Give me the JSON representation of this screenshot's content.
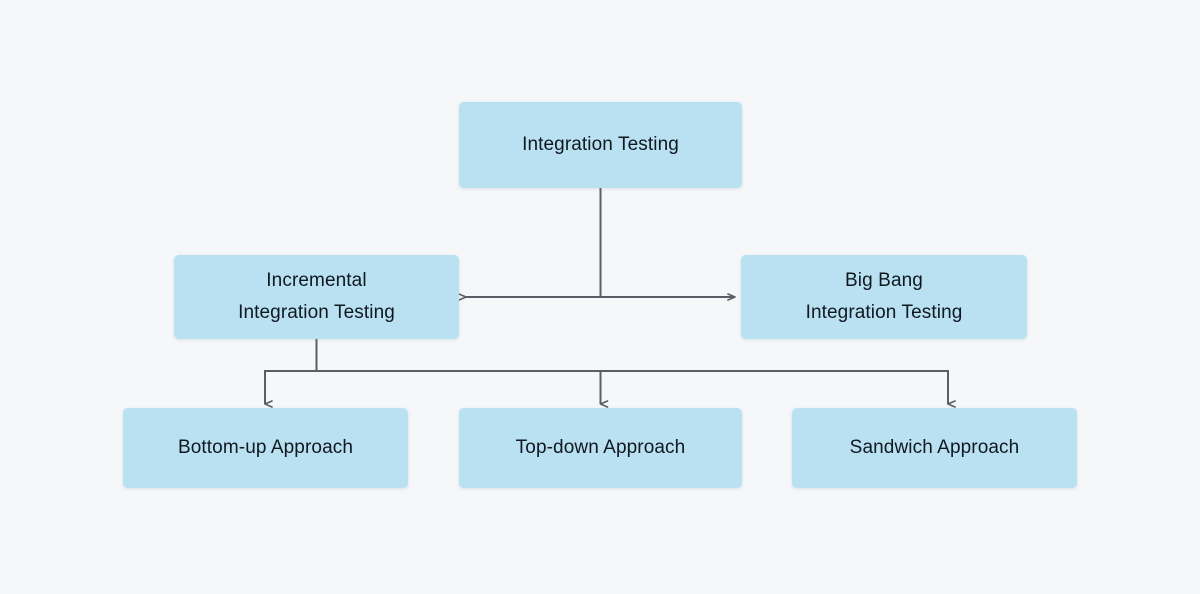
{
  "diagram": {
    "title": "Integration Testing approaches hierarchy",
    "background_color": "#f5f7f9",
    "node_fill_color": "#b9e1f2",
    "node_text_color": "#101820",
    "connector_color": "#5a5f66",
    "nodes": {
      "root": {
        "id": "integration-testing",
        "label": "Integration Testing",
        "level": 1
      },
      "branch_left": {
        "id": "incremental-integration-testing",
        "label": "Incremental\nIntegration Testing",
        "level": 2
      },
      "branch_right": {
        "id": "big-bang-integration-testing",
        "label": "Big Bang\nIntegration Testing",
        "level": 2
      },
      "leaf_one": {
        "id": "bottom-up-approach",
        "label": "Bottom-up Approach",
        "level": 3
      },
      "leaf_two": {
        "id": "top-down-approach",
        "label": "Top-down Approach",
        "level": 3
      },
      "leaf_three": {
        "id": "sandwich-approach",
        "label": "Sandwich Approach",
        "level": 3
      }
    },
    "connectors": [
      {
        "name": "root-to-branches",
        "from": "integration-testing",
        "to": [
          "incremental-integration-testing",
          "big-bang-integration-testing"
        ],
        "style": "vertical-stem-to-horizontal-bus",
        "arrowheads": "both-ends"
      },
      {
        "name": "incremental-to-approaches",
        "from": "incremental-integration-testing",
        "to": [
          "bottom-up-approach",
          "top-down-approach",
          "sandwich-approach"
        ],
        "style": "vertical-stem-to-horizontal-bus-with-drops",
        "arrowheads": "down-at-each-child"
      }
    ]
  }
}
